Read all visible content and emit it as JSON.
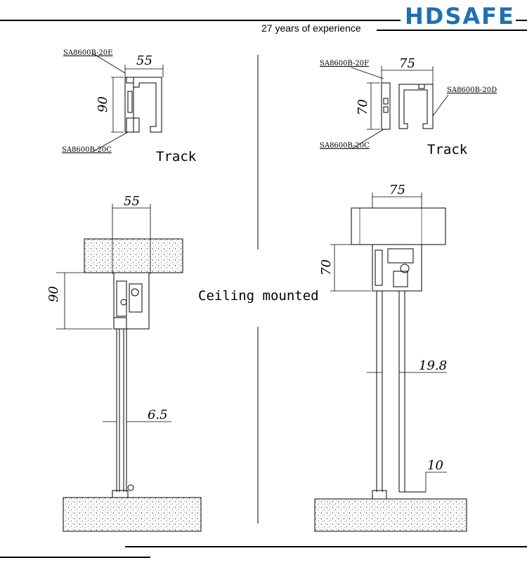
{
  "header": {
    "brand": "HDSAFE",
    "tagline": "27 years of experience",
    "brand_color": "#1f6fb3"
  },
  "left_profile": {
    "part_top": "SA8600B-20E",
    "part_bottom": "SA8600B-20C",
    "width": "55",
    "height": "90",
    "caption": "Track"
  },
  "right_profile": {
    "part_top": "SA8600B-20F",
    "part_right": "SA8600B-20D",
    "part_bottom": "SA8600B-20C",
    "width": "75",
    "height": "70",
    "caption": "Track"
  },
  "left_install": {
    "width": "55",
    "height": "90",
    "gap": "6.5"
  },
  "right_install": {
    "width": "75",
    "height": "70",
    "gap": "19.8",
    "floor_gap": "10"
  },
  "center_caption": "Ceiling mounted"
}
